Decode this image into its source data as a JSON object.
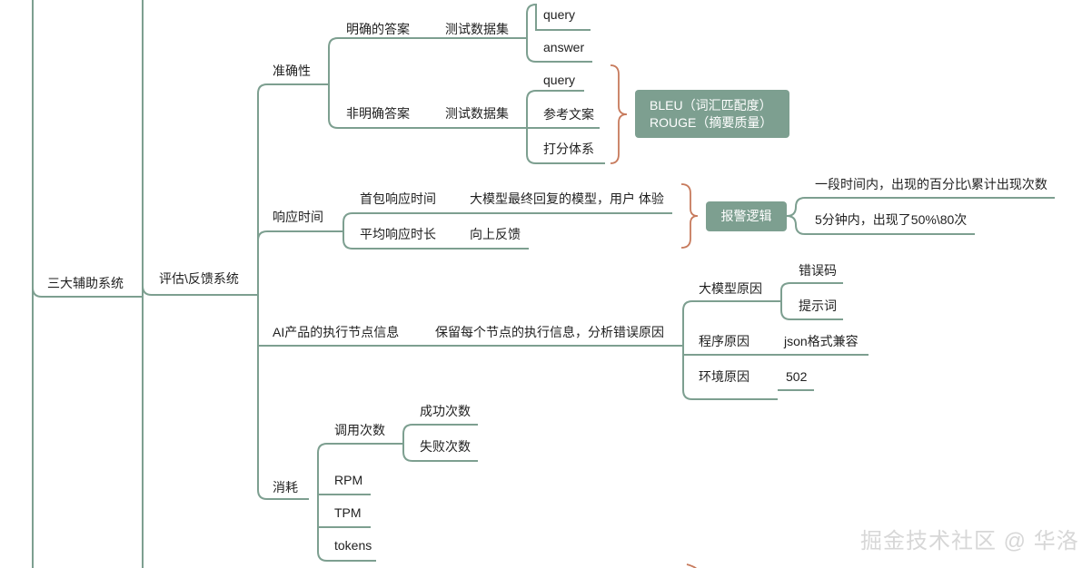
{
  "mindmap": {
    "root": "三大辅助系统",
    "system": "评估\\反馈系统",
    "accuracy": {
      "label": "准确性",
      "clear": {
        "label": "明确的答案",
        "dataset": "测试数据集",
        "items": [
          "query",
          "answer"
        ]
      },
      "unclear": {
        "label": "非明确答案",
        "dataset": "测试数据集",
        "items": [
          "query",
          "参考文案",
          "打分体系"
        ]
      },
      "metrics": [
        "BLEU（词汇匹配度）",
        "ROUGE（摘要质量）"
      ]
    },
    "response_time": {
      "label": "响应时间",
      "first_packet": {
        "label": "首包响应时间",
        "note": "大模型最终回复的模型，用户 体验"
      },
      "average": {
        "label": "平均响应时长",
        "note": "向上反馈"
      },
      "alert": {
        "label": "报警逻辑",
        "rules": [
          "一段时间内，出现的百分比\\累计出现次数",
          "5分钟内，出现了50%\\80次"
        ]
      }
    },
    "execution": {
      "label": "AI产品的执行节点信息",
      "note": "保留每个节点的执行信息，分析错误原因",
      "model_cause": {
        "label": "大模型原因",
        "items": [
          "错误码",
          "提示词"
        ]
      },
      "program_cause": {
        "label": "程序原因",
        "item": "json格式兼容"
      },
      "env_cause": {
        "label": "环境原因",
        "item": "502"
      }
    },
    "consumption": {
      "label": "消耗",
      "calls": {
        "label": "调用次数",
        "items": [
          "成功次数",
          "失败次数"
        ]
      },
      "metrics": [
        "RPM",
        "TPM",
        "tokens"
      ]
    }
  },
  "watermark": "掘金技术社区 @ 华洛",
  "colors": {
    "line": "#7d9f90",
    "brace": "#c77a5c",
    "box": "#7d9f90",
    "box_text": "#ffffff"
  }
}
